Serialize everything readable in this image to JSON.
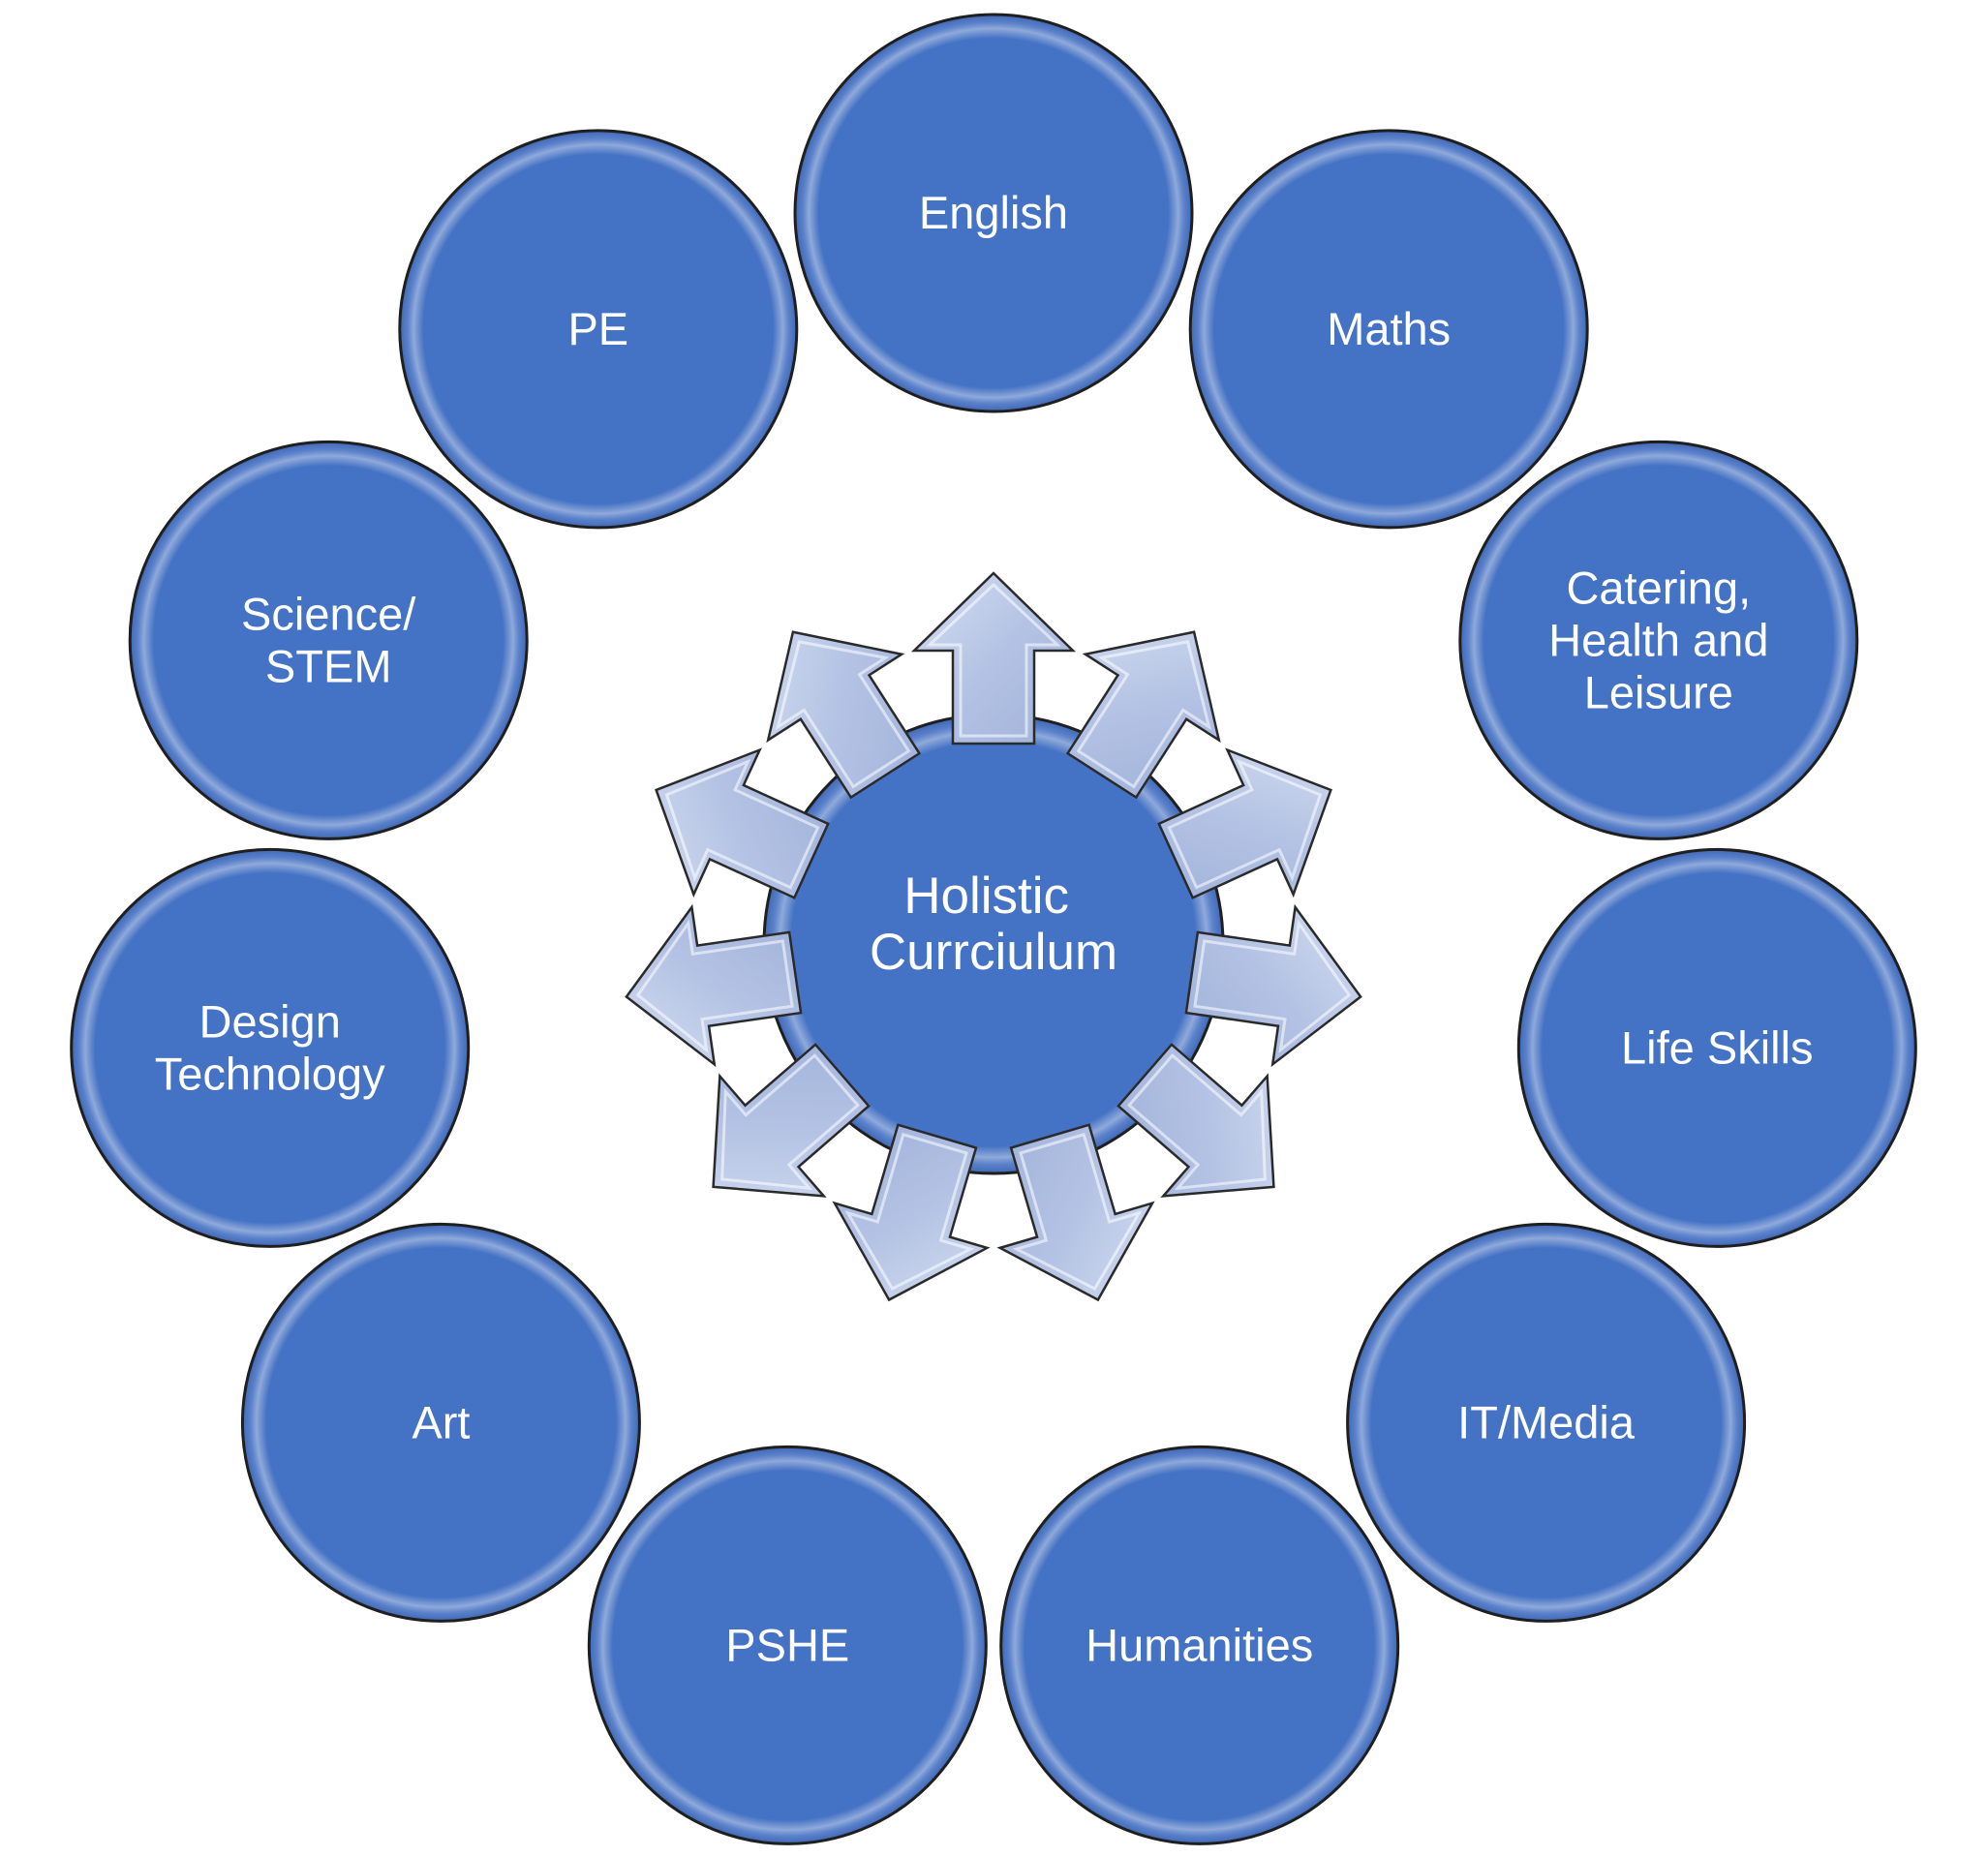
{
  "diagram": {
    "center": {
      "lines": [
        "Holistic",
        "Currciulum"
      ]
    },
    "nodes": [
      {
        "id": "english",
        "lines": [
          "English"
        ]
      },
      {
        "id": "maths",
        "lines": [
          "Maths"
        ]
      },
      {
        "id": "catering-health-leisure",
        "lines": [
          "Catering,",
          "Health and",
          "Leisure"
        ]
      },
      {
        "id": "life-skills",
        "lines": [
          "Life Skills"
        ]
      },
      {
        "id": "it-media",
        "lines": [
          "IT/Media"
        ]
      },
      {
        "id": "humanities",
        "lines": [
          "Humanities"
        ]
      },
      {
        "id": "pshe",
        "lines": [
          "PSHE"
        ]
      },
      {
        "id": "art",
        "lines": [
          "Art"
        ]
      },
      {
        "id": "design-technology",
        "lines": [
          "Design",
          "Technology"
        ]
      },
      {
        "id": "science-stem",
        "lines": [
          "Science/",
          "STEM"
        ]
      },
      {
        "id": "pe",
        "lines": [
          "PE"
        ]
      }
    ],
    "colors": {
      "node_fill": "#4472C4",
      "node_stroke": "#1f1f1f",
      "arrow_fill": "#B4C3E4",
      "arrow_stroke": "#2a2a2a",
      "label": "#FFFFFF"
    }
  }
}
